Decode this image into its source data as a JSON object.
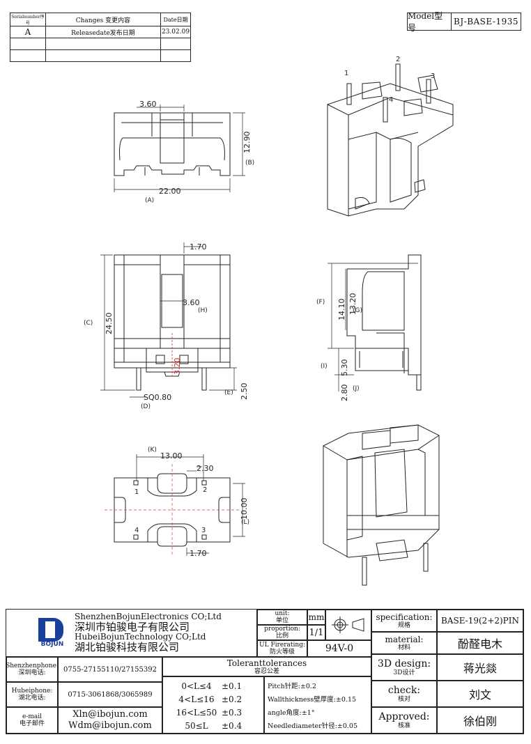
{
  "revision_table": {
    "headers": [
      "Serialnumber序号",
      "Changes 变更内容",
      "Date日期"
    ],
    "rows": [
      [
        "A",
        "Releasedate发布日期",
        "23.02.09"
      ],
      [
        "",
        "",
        ""
      ],
      [
        "",
        "",
        ""
      ]
    ]
  },
  "model": {
    "label": "Model型号",
    "value": "BJ-BASE-1935"
  },
  "top_view": {
    "dims": {
      "slot_width": "3.60",
      "height": "12.90",
      "height_ref": "(B)",
      "width": "22.00",
      "width_ref": "(A)"
    }
  },
  "iso_top": {
    "pins": [
      "1",
      "2",
      "3",
      "4"
    ]
  },
  "front_view": {
    "dims": {
      "gap": "1.70",
      "inner": "3.60",
      "inner_ref": "(H)",
      "height": "24.50",
      "height_ref": "(C)",
      "red": "3.20",
      "pin_size": "SQ0.80",
      "pin_ref": "(D)",
      "pin_len": "2.50",
      "pin_len_ref": "(E)"
    }
  },
  "side_view": {
    "dims": {
      "f": "14.10",
      "f_ref": "(F)",
      "g": "13.20",
      "g_ref": "(G)",
      "i": "5.30",
      "i_ref": "(I)",
      "j": "2.80",
      "j_ref": "(J)"
    }
  },
  "bottom_view": {
    "dims": {
      "k": "13.00",
      "k_ref": "(K)",
      "w": "2.30",
      "l": "10.00",
      "l_ref": "(L)",
      "b": "1.70"
    },
    "pins": [
      "1",
      "2",
      "4",
      "3"
    ]
  },
  "title_block": {
    "company_en_1": "ShenzhenBojunElectronics CO;Ltd",
    "company_cn_1": "深圳市铂骏电子有限公司",
    "company_en_2": "HubeiBojunTechnology CO;Ltd",
    "company_cn_2": "湖北铂骏科技有限公司",
    "logo_text": "BOJUN",
    "unit_label": "unit:",
    "unit_label_cn": "单位",
    "unit_value": "mm",
    "proportion_label": "proportion:",
    "proportion_label_cn": "比例",
    "proportion_value": "1/1",
    "ul_label": "UL Firerating:",
    "ul_label_cn": "防火等级",
    "ul_value": "94V-0",
    "spec_label": "specification:",
    "spec_label_cn": "规格",
    "spec_value": "BASE-19(2+2)PIN",
    "material_label": "material:",
    "material_label_cn": "材料",
    "material_value": "酚醛电木",
    "design_label": "3D design:",
    "design_label_cn": "3D设计",
    "design_value": "蒋光燚",
    "check_label": "check:",
    "check_label_cn": "核对",
    "check_value": "刘文",
    "approved_label": "Approved:",
    "approved_label_cn": "核准",
    "approved_value": "徐伯刚",
    "sz_phone_label": "Shenzhenphone:",
    "sz_phone_label_cn": "深圳电话:",
    "sz_phone": "0755-27155110/27155392",
    "hb_phone_label": "Hubeiphone:",
    "hb_phone_label_cn": "湖北电话:",
    "hb_phone": "0715-3061868/3065989",
    "email_label": "e-mail",
    "email_label_cn": "电子邮件",
    "email_1": "Xln@ibojun.com",
    "email_2": "Wdm@ibojun.com",
    "tol_title": "Toleranttolerances",
    "tol_title_cn": "容忍公差",
    "tolerances": [
      {
        "range": "0<L≤4",
        "tol": "±0.1"
      },
      {
        "range": "4<L≤16",
        "tol": "±0.2"
      },
      {
        "range": "16<L≤50",
        "tol": "±0.3"
      },
      {
        "range": "50≤L",
        "tol": "±0.4"
      }
    ],
    "pitch": "Pitch针距:±0.2",
    "wall": "Wallthickness壁厚度:±0.15",
    "angle": "angle角度:±1°",
    "needle": "Needlediameter针径:±0.05"
  }
}
